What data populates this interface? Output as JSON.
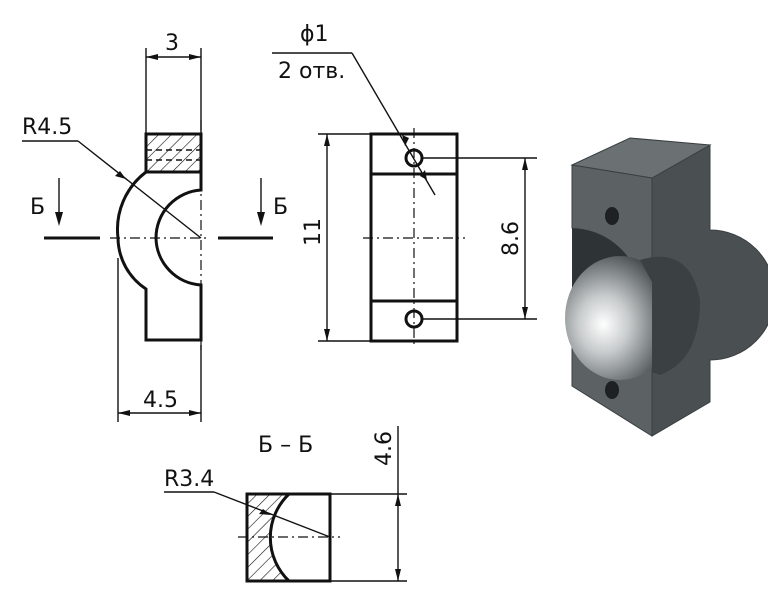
{
  "dimensions": {
    "width_top": "3",
    "radius_main": "R4.5",
    "hole_diameter": "ϕ1",
    "hole_count": "2 отв.",
    "height_total": "11",
    "hole_spacing": "8.6",
    "base_width": "4.5",
    "section_height": "4.6",
    "section_radius": "R3.4"
  },
  "section_marks": {
    "left": "Б",
    "right": "Б",
    "title": "Б – Б"
  },
  "colors": {
    "line": "#111111",
    "body_dark": "#4a5052",
    "body_face": "#5c6264",
    "body_top": "#6b7173"
  }
}
